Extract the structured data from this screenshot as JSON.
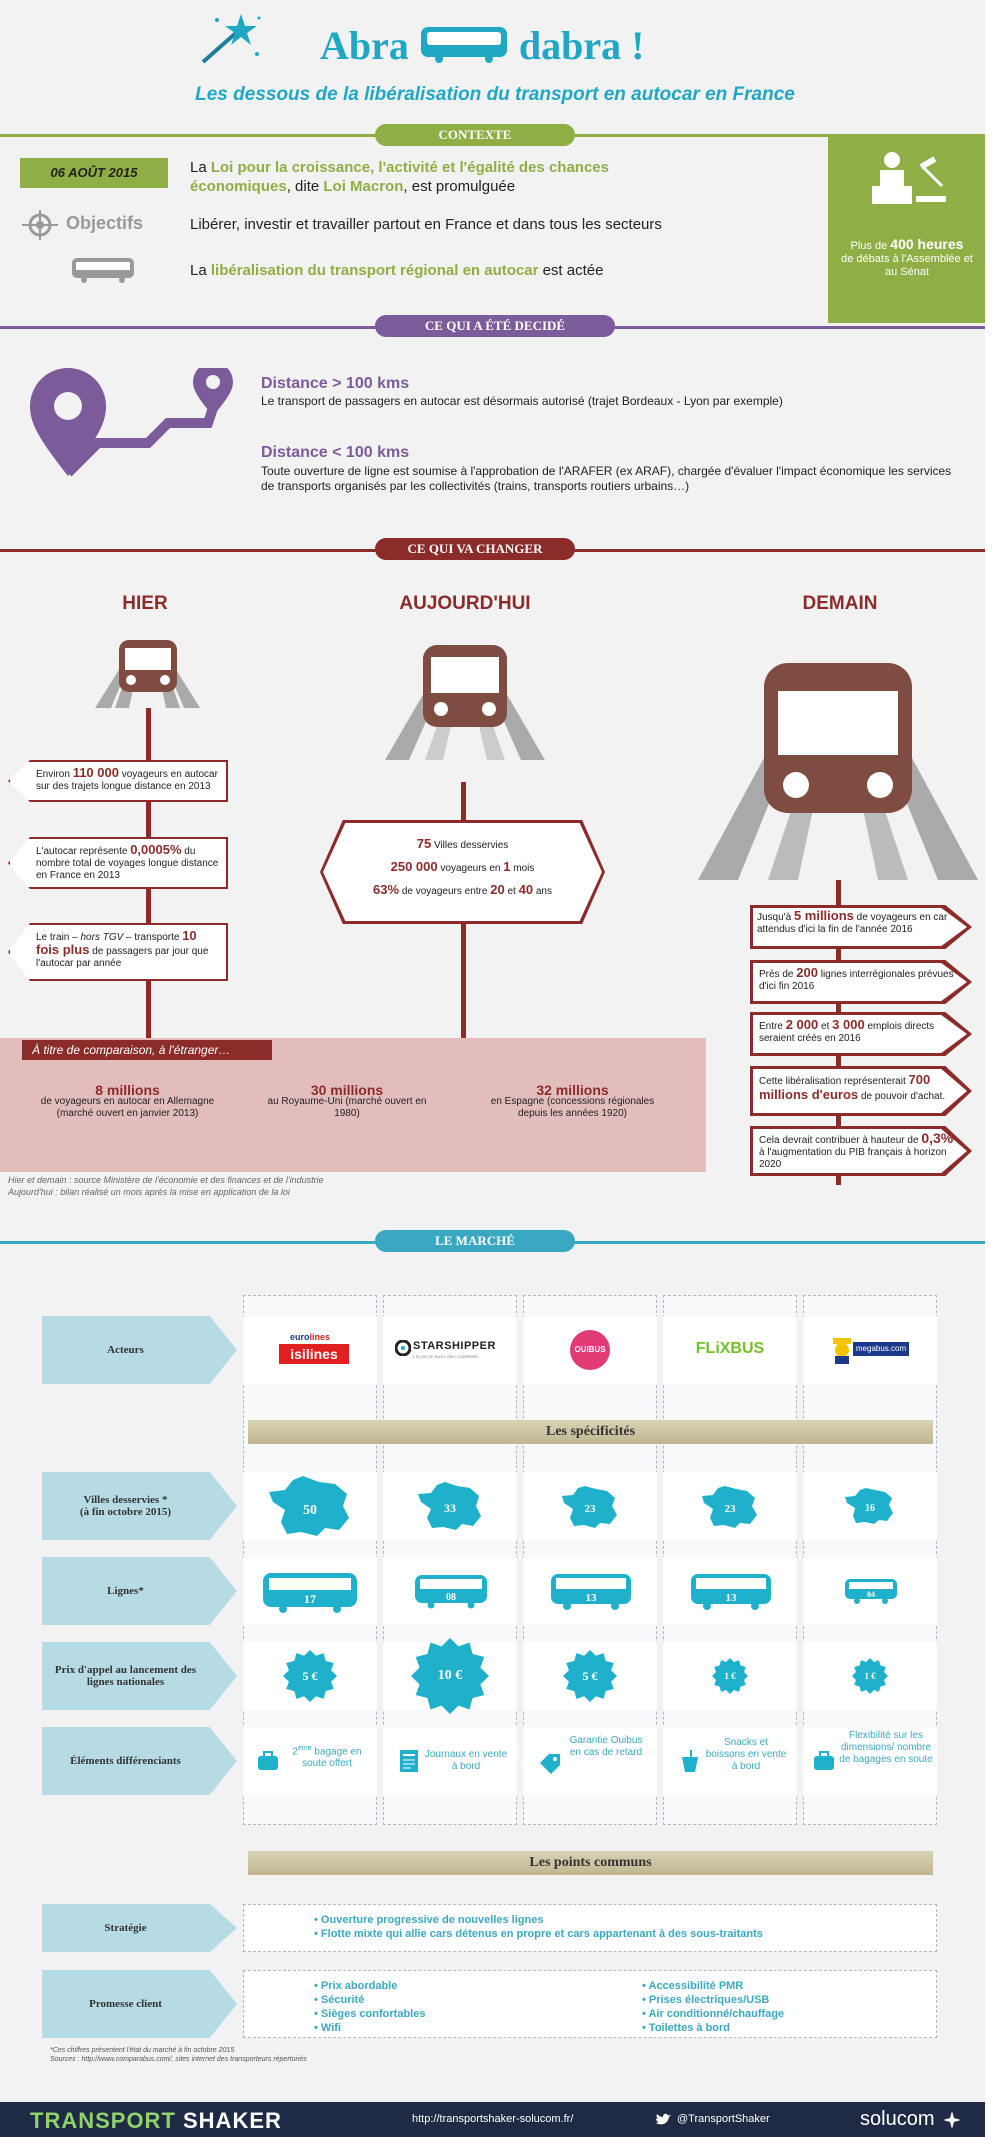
{
  "header": {
    "title_left": "Abra",
    "title_right": "dabra !",
    "subtitle": "Les dessous de la libéralisation du transport en autocar en France"
  },
  "contexte": {
    "pill": "CONTEXTE",
    "date": "06 AOÛT 2015",
    "loi_pre": "La ",
    "loi_green": "Loi pour la croissance, l'activité et l'égalité des chances économiques",
    "loi_mid": ", dite ",
    "loi_macron": "Loi Macron",
    "loi_post": ", est  promulguée",
    "objectifs_label": "Objectifs",
    "objectifs_text": "Libérer, investir et travailler partout en France et dans tous les secteurs",
    "lib_pre": "La ",
    "lib_green": "libéralisation du transport régional en autocar",
    "lib_post": " est actée",
    "side_pre": "Plus de ",
    "side_bold": "400 heures",
    "side_post": "de débats à l'Assemblée et au Sénat"
  },
  "decide": {
    "pill": "CE QUI A ÉTÉ DECIDÉ",
    "d1_title": "Distance   > 100 kms",
    "d1_text": "Le transport de passagers en autocar est désormais autorisé (trajet Bordeaux -  Lyon par exemple)",
    "d2_title": "Distance   < 100 kms",
    "d2_text": "Toute ouverture de ligne est soumise à l'approbation de l'ARAFER (ex ARAF), chargée d'évaluer l'impact économique les services de transports organisés par les collectivités (trains, transports routiers urbains…)"
  },
  "change": {
    "pill": "CE QUI VA CHANGER",
    "hier": "HIER",
    "aujourdhui": "AUJOURD'HUI",
    "demain": "DEMAIN",
    "h1_pre": "Environ ",
    "h1_big": "110 000",
    "h1_post": " voyageurs en autocar sur des trajets longue distance en 2013",
    "h2_pre": "L'autocar représente ",
    "h2_big": "0,0005%",
    "h2_post": " du nombre total de voyages longue distance en France en 2013",
    "h3_pre": "Le train – ",
    "h3_it": "hors TGV",
    "h3_mid": " – transporte ",
    "h3_big": "10 fois plus",
    "h3_post": " de passagers par jour que l'autocar par année",
    "a1_big": "75",
    "a1_post": "  Villes desservies",
    "a2_big": "250 000",
    "a2_mid": " voyageurs en ",
    "a2_big2": "1",
    "a2_post": " mois",
    "a3_big": "63%",
    "a3_mid": "  de voyageurs entre ",
    "a3_b2": "20",
    "a3_et": " et ",
    "a3_b3": "40",
    "a3_post": " ans",
    "d1_pre": "Jusqu'à ",
    "d1_big": "5 millions",
    "d1_post": " de voyageurs en car attendus d'ici la fin de l'année 2016",
    "d2_pre": "Près de ",
    "d2_big": "200",
    "d2_post": " lignes interrégionales prévues d'ici fin 2016",
    "d3_pre": "Entre ",
    "d3_b1": "2 000",
    "d3_et": " et  ",
    "d3_b2": "3 000",
    "d3_post": " emplois directs seraient créés en 2016",
    "d4_pre": "Cette libéralisation représenterait ",
    "d4_big": "700 millions d'euros",
    "d4_post": " de pouvoir d'achat.",
    "d5_pre": "Cela devrait contribuer à hauteur de ",
    "d5_big": "0,3%",
    "d5_post": "  à l'augmentation du PIB français à horizon 2020",
    "etranger_label": "À titre de comparaison, à l'étranger…",
    "e1_big": "8 millions",
    "e1_text": "de voyageurs  en autocar en Allemagne (marché ouvert en janvier 2013)",
    "e2_big": "30 millions",
    "e2_text": "au Royaume-Uni (marché ouvert en 1980)",
    "e3_big": "32 millions",
    "e3_text": "en Espagne (concessions régionales depuis les années 1920)",
    "source1": "Hier et demain : source Ministère de l'économie et des finances et de l'industrie",
    "source2": "Aujourd'hui : bilan réalisé  un mois  après la mise en application de la loi"
  },
  "marche": {
    "pill": "LE MARCHÉ",
    "rows": {
      "acteurs": "Acteurs",
      "villes": "Villes desservies *\n(à fin octobre 2015)",
      "lignes": "Lignes*",
      "prix": "Prix d'appel au lancement des lignes nationales",
      "elements": "Éléments différenciants",
      "strategie": "Stratégie",
      "promesse": "Promesse client"
    },
    "specificites": "Les spécificités",
    "communs": "Les points communs",
    "actors": [
      {
        "logo": "eurolines / isilines",
        "l1": "euro",
        "l2": "lines",
        "l3": "isi",
        "l4": "lines"
      },
      {
        "logo": "STARSHIPPER",
        "tag": "L'ÉLITE DE BUS LONG COURRIER"
      },
      {
        "logo": "OUIBUS"
      },
      {
        "logo": "FLiXBUS"
      },
      {
        "logo": "megabus.com"
      }
    ],
    "villes": [
      "50",
      "33",
      "23",
      "23",
      "16"
    ],
    "lignes": [
      "17",
      "08",
      "13",
      "13",
      "04"
    ],
    "prix": [
      "5 €",
      "10 €",
      "5 €",
      "1 €",
      "1 €"
    ],
    "elements": [
      {
        "icon": "luggage-icon",
        "sup": "ème",
        "pre": "2",
        "text": " bagage en soute offert"
      },
      {
        "icon": "newspaper-icon",
        "text": "Journaux en vente à bord"
      },
      {
        "icon": "tag-icon",
        "text": "Garantie Ouibus en cas de retard"
      },
      {
        "icon": "cup-icon",
        "text": "Snacks et boissons en vente à bord"
      },
      {
        "icon": "luggage-icon",
        "text": "Flexibilité sur les dimensions/ nombre de bagages en soute"
      }
    ],
    "strategie": [
      "Ouverture progressive de nouvelles lignes",
      "Flotte mixte qui allie cars détenus en propre et cars appartenant à des sous-traitants"
    ],
    "promesse_left": [
      "Prix abordable",
      "Sécurité",
      "Sièges confortables",
      "Wifi"
    ],
    "promesse_right": [
      "Accessibilité PMR",
      "Prises électriques/USB",
      "Air conditionné/chauffage",
      "Toilettes à bord"
    ],
    "note1": "*Ces chiffres présentent l'état du marché à fin octobre 2015",
    "note2": "Sources :  http://www.comparabus.com/, sites internet des  transporteurs répertoriés"
  },
  "footer": {
    "brand1": "TRANSPORT ",
    "brand2": "SHAKER",
    "url": "http://transportshaker-solucom.fr/",
    "twitter": "@TransportShaker",
    "company": "solucom"
  },
  "colors": {
    "teal": "#1fa7c3",
    "green": "#8fae46",
    "purple": "#7b5b9a",
    "red": "#8b2c2b",
    "navy": "#1f2b45"
  }
}
